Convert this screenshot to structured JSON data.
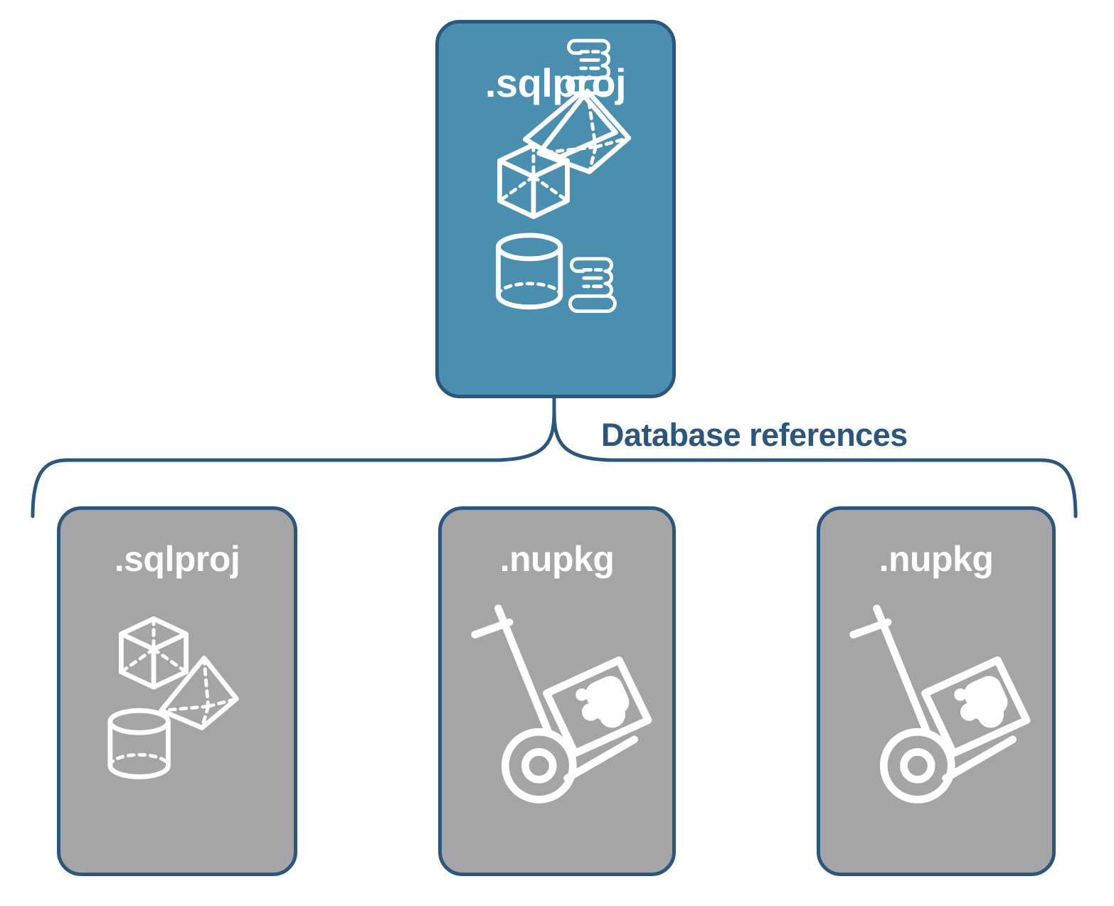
{
  "diagram": {
    "title": "Database references",
    "colors": {
      "primary_fill": "#4a8fb0",
      "secondary_fill": "#a5a5a7",
      "stroke": "#2d567d",
      "label_text": "#ffffff",
      "connector_label_text": "#2d567d",
      "background": "#ffffff",
      "icon_stroke": "#ffffff"
    },
    "connector": {
      "type": "curly-brace",
      "label": "Database references"
    },
    "root": {
      "label": ".sqlproj",
      "kind": "primary",
      "icons": [
        "cube-icon",
        "scroll-icon",
        "pyramid-icon",
        "cylinder-icon",
        "scroll-icon"
      ]
    },
    "references": [
      {
        "label": ".sqlproj",
        "kind": "secondary",
        "icons": [
          "cube-icon",
          "pyramid-icon",
          "cylinder-icon"
        ]
      },
      {
        "label": ".nupkg",
        "kind": "secondary",
        "icons": [
          "hand-truck-package-icon"
        ]
      },
      {
        "label": ".nupkg",
        "kind": "secondary",
        "icons": [
          "hand-truck-package-icon"
        ]
      }
    ]
  }
}
